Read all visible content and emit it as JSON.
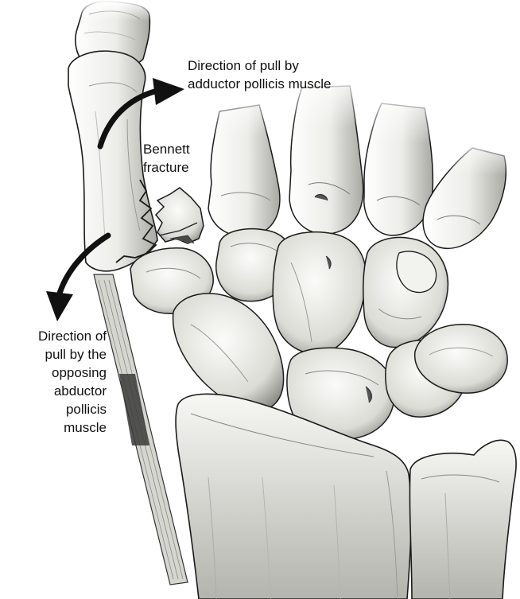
{
  "labels": {
    "adductor_pull": [
      "Direction of pull by",
      "adductor pollicis muscle"
    ],
    "bennett": [
      "Bennett",
      "fracture"
    ],
    "abductor_pull": [
      "Direction of",
      "pull by the",
      "opposing",
      "abductor",
      "pollicis",
      "muscle"
    ]
  },
  "colors": {
    "ink": "#1a1a1a",
    "bone_fill": "#eeeeea",
    "bone_shade": "#b9b9b3",
    "bone_dark": "#5b5b57",
    "arrow": "#111111",
    "background": "#ffffff"
  }
}
